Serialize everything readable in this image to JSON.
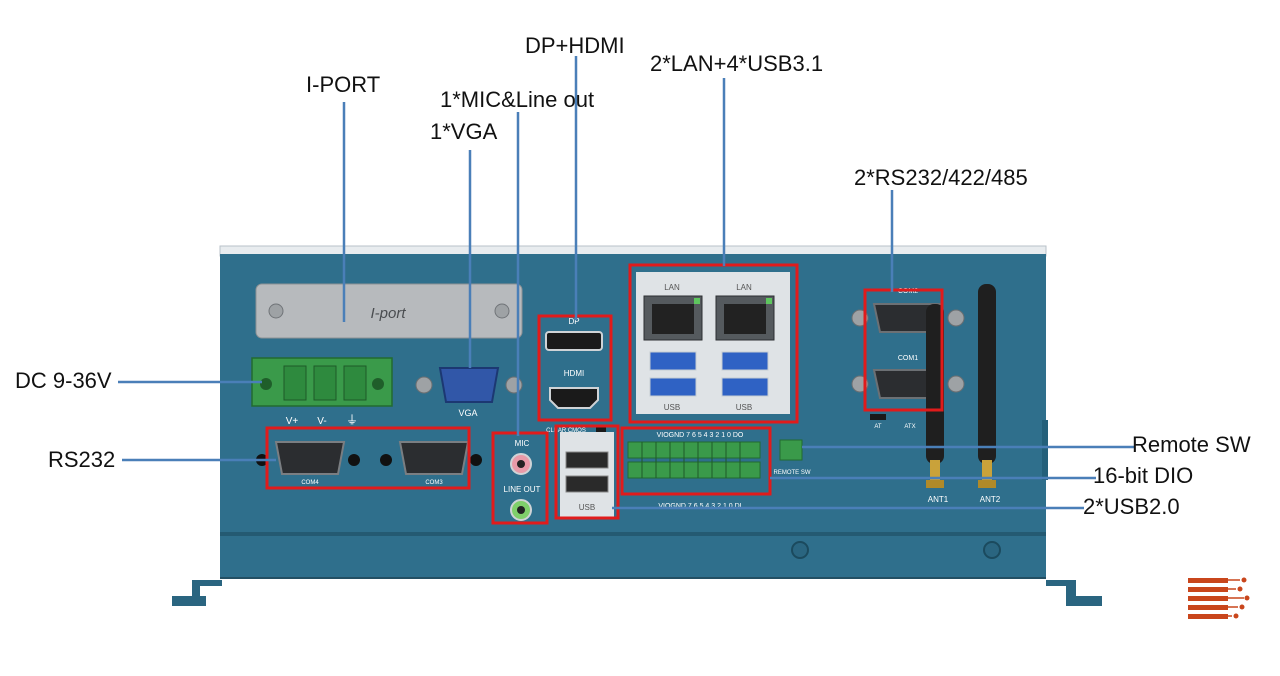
{
  "callouts": {
    "iport": "I-PORT",
    "dp_hdmi": "DP+HDMI",
    "lan_usb": "2*LAN+4*USB3.1",
    "mic_line": "1*MIC&Line out",
    "vga": "1*VGA",
    "rs232_485": "2*RS232/422/485",
    "dc": "DC 9-36V",
    "rs232": "RS232",
    "remote_sw": "Remote SW",
    "dio": "16-bit DIO",
    "usb2": "2*USB2.0"
  },
  "panel": {
    "iport_plate": "I-port",
    "dc_pins": [
      "V+",
      "V-",
      "⏚"
    ],
    "vga": "VGA",
    "dp": "DP",
    "hdmi": "HDMI",
    "clear_cmos": "CLEAR CMOS",
    "mic": "MIC",
    "line_out": "LINE OUT",
    "lan_left": "LAN",
    "lan_right": "LAN",
    "usb_left": "USB",
    "usb_right": "USB",
    "usb2": "USB",
    "com_top": "COM2",
    "com_bottom": "COM1",
    "com_left": "COM4",
    "com_right": "COM3",
    "dio_top": "VIOGND 7 6 5 4 3 2 1 0 DO",
    "dio_bottom": "VIOGND 7 6 5 4 3 2 1 0 DI",
    "remote": "REMOTE SW",
    "ant1": "ANT1",
    "ant2": "ANT2",
    "at": "AT",
    "atx": "ATX"
  },
  "colors": {
    "chassis": "#2f6f8c",
    "callout_line": "#4a7fb8",
    "highlight": "#e01b1b",
    "terminal_green": "#3a9a4a",
    "logo": "#c9461c"
  }
}
